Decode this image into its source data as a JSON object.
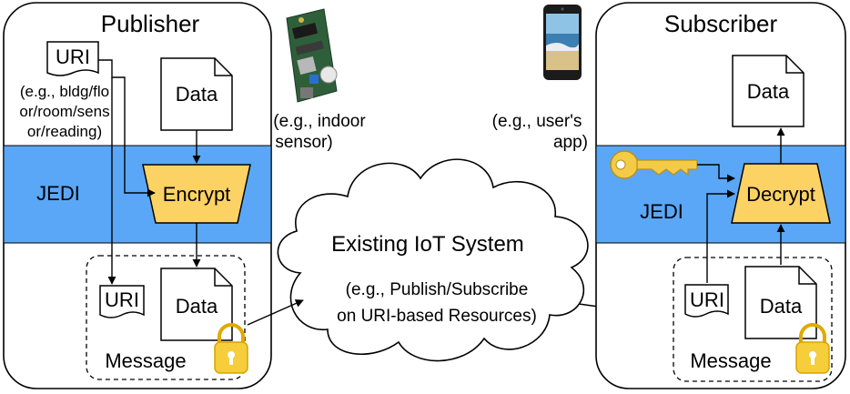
{
  "publisher": {
    "title": "Publisher",
    "uri_label": "URI",
    "uri_example": [
      "(e.g., bldg/flo",
      "or/room/sens",
      "or/reading)"
    ],
    "data_label": "Data",
    "jedi_label": "JEDI",
    "encrypt_label": "Encrypt",
    "message": {
      "uri_label": "URI",
      "data_label": "Data",
      "label": "Message"
    }
  },
  "sensor": {
    "icon": "sensor-board",
    "caption": [
      "(e.g., indoor",
      "sensor)"
    ]
  },
  "phone": {
    "icon": "smartphone",
    "caption": [
      "(e.g., user's",
      "app)"
    ]
  },
  "cloud": {
    "title": "Existing IoT System",
    "subtitle": [
      "(e.g., Publish/Subscribe",
      "on URI-based Resources)"
    ]
  },
  "subscriber": {
    "title": "Subscriber",
    "data_label": "Data",
    "jedi_label": "JEDI",
    "decrypt_label": "Decrypt",
    "key_icon": "key",
    "message": {
      "uri_label": "URI",
      "data_label": "Data",
      "label": "Message"
    }
  },
  "colors": {
    "jedi_band": "#5aa7f7",
    "process_box": "#fcd265",
    "lock": "#f6cd3a",
    "key": "#f3cb47"
  }
}
